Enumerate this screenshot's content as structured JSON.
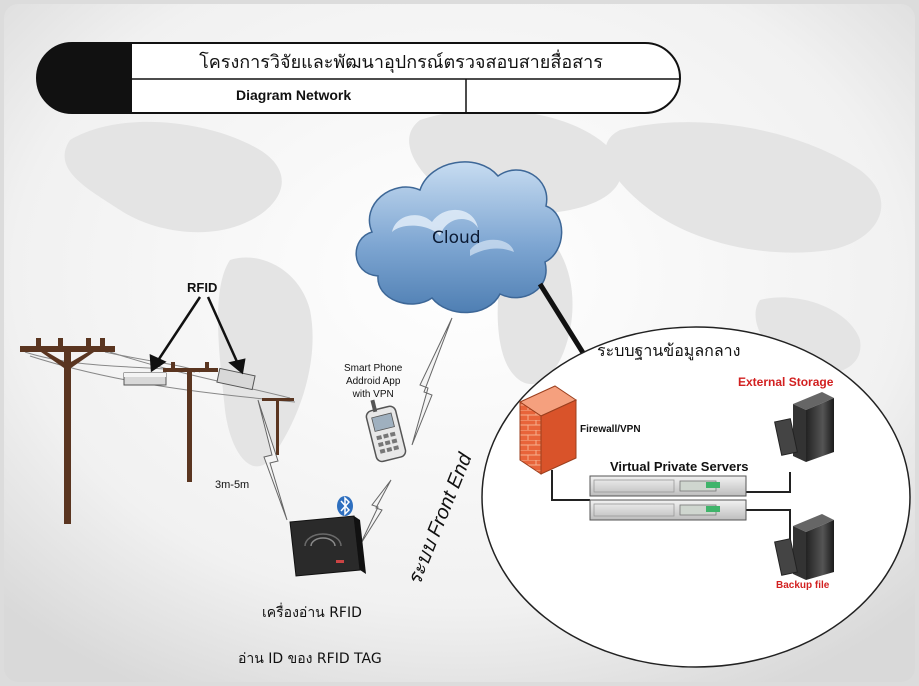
{
  "header": {
    "title": "โครงการวิจัยและพัฒนาอุปกรณ์ตรวจสอบสายสื่อสาร",
    "subtitle": "Diagram Network"
  },
  "nodes": {
    "cloud": "Cloud",
    "rfid_tags": "RFID",
    "distance": "3m-5m",
    "smartphone": "Smart Phone\nAddroid App\nwith VPN",
    "reader": "เครื่องอ่าน RFID",
    "reader_caption": "อ่าน ID ของ RFID TAG",
    "front_end": "ระบบ Front End",
    "central_db": "ระบบฐานข้อมูลกลาง",
    "external_storage": "External Storage",
    "firewall": "Firewall/VPN",
    "vps": "Virtual Private Servers",
    "backup": "Backup file"
  },
  "colors": {
    "header_black": "#111111",
    "cloud_blue": "#6f98c8",
    "pole_brown": "#5a3520",
    "storage_red": "#d22020",
    "firewall_orange": "#e8643a"
  }
}
